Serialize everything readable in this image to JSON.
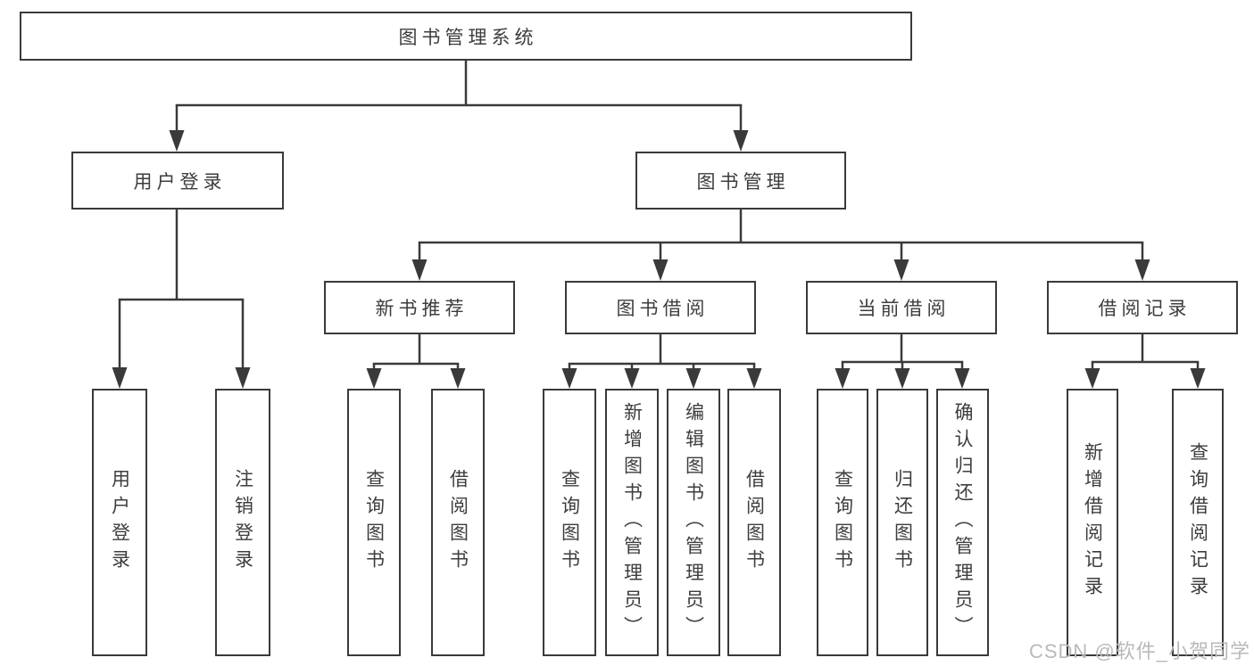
{
  "diagram_title": "图书管理系统",
  "tree": {
    "label": "图书管理系统",
    "children": [
      {
        "label": "用户登录",
        "children": [
          {
            "label": "用户登录"
          },
          {
            "label": "注销登录"
          }
        ]
      },
      {
        "label": "图书管理",
        "children": [
          {
            "label": "新书推荐",
            "children": [
              {
                "label": "查询图书"
              },
              {
                "label": "借阅图书"
              }
            ]
          },
          {
            "label": "图书借阅",
            "children": [
              {
                "label": "查询图书"
              },
              {
                "label": "新增图书（管理员）"
              },
              {
                "label": "编辑图书（管理员）"
              },
              {
                "label": "借阅图书"
              }
            ]
          },
          {
            "label": "当前借阅",
            "children": [
              {
                "label": "查询图书"
              },
              {
                "label": "归还图书"
              },
              {
                "label": "确认归还（管理员）"
              }
            ]
          },
          {
            "label": "借阅记录",
            "children": [
              {
                "label": "新增借阅记录"
              },
              {
                "label": "查询借阅记录"
              }
            ]
          }
        ]
      }
    ]
  },
  "watermark": "CSDN @软件_小贺同学",
  "colors": {
    "line": "#3a3a3a",
    "box_border": "#3a3a3a",
    "text": "#3d3d3d",
    "watermark": "#b9b9b9",
    "background": "#ffffff"
  }
}
